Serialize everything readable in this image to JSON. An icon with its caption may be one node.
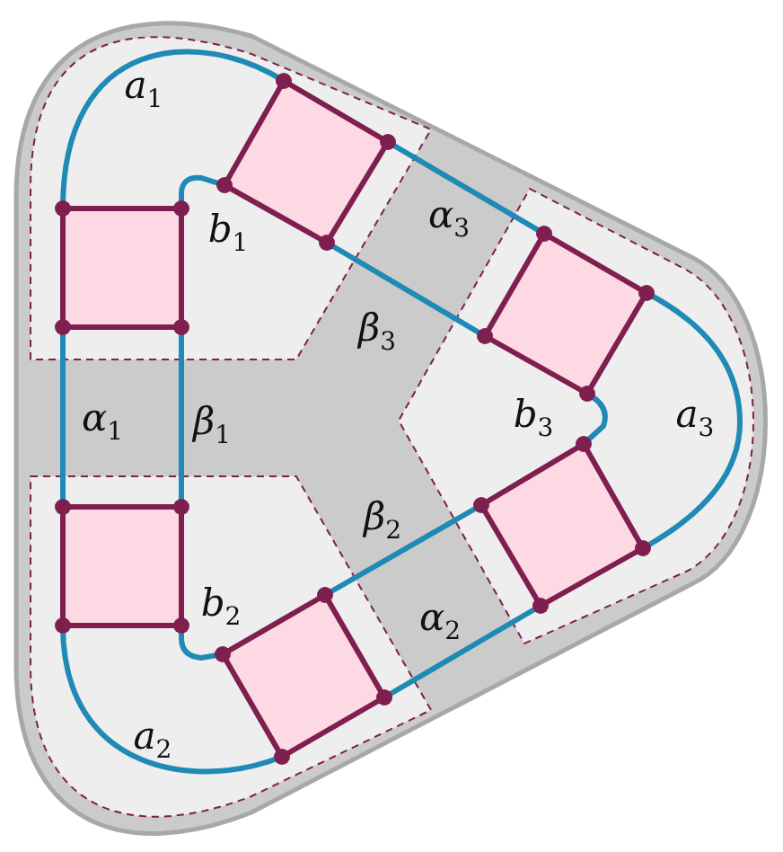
{
  "diagram": {
    "labels": [
      "a$_{1}$",
      "α$_{3}$",
      "b$_{1}$",
      "β$_{3}$",
      "α$_{1}$",
      "β$_{1}$",
      "b$_{3}$",
      "a$_{3}$",
      "β$_{2}$",
      "b$_{2}$",
      "α$_{2}$",
      "a$_{2}$"
    ]
  }
}
